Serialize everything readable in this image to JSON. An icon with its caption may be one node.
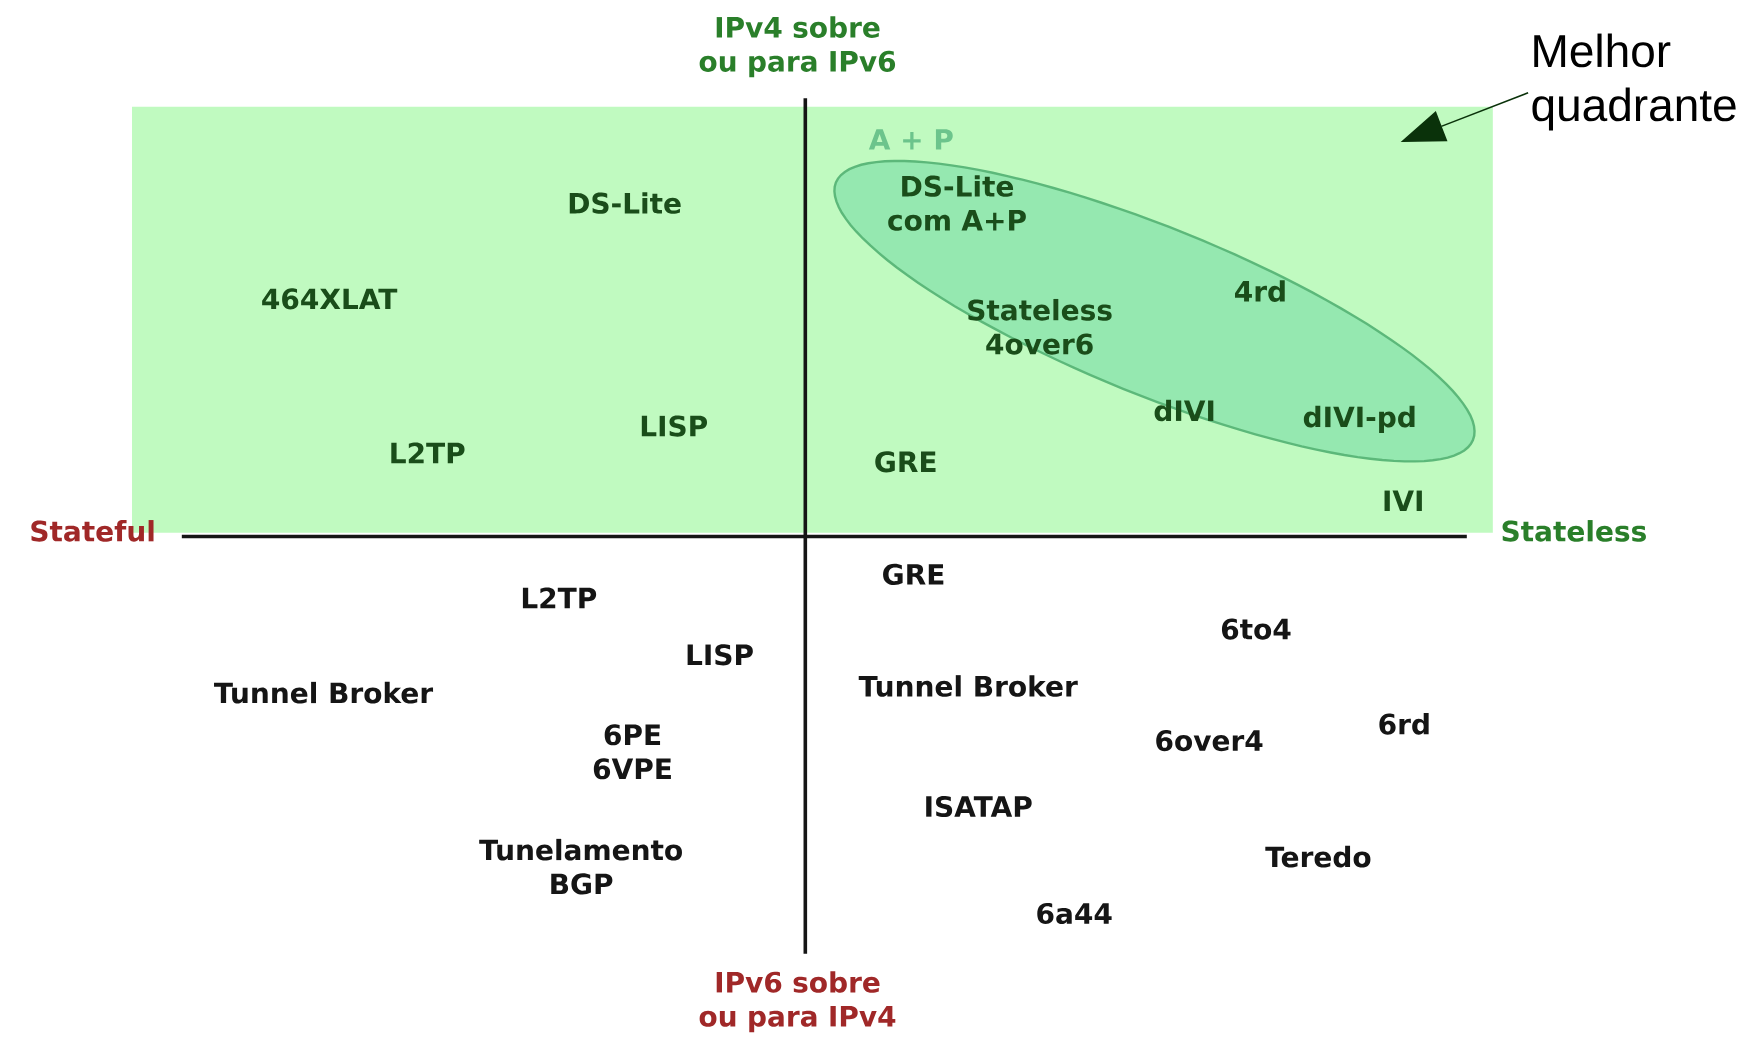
{
  "diagram": {
    "nodes": [
      {
        "text": [],
        "shape": "box"
      },
      {
        "text": [
          "DS-Lite com A+P",
          "Stateless 4over6",
          "4rd",
          "dIVI",
          "dIVI-pd"
        ],
        "in": 0
      },
      {
        "text": [
          "Melhor quadrante"
        ]
      }
    ],
    "edges": [
      {
        "from": 2,
        "to": 0,
        "arrow": "to"
      }
    ],
    "labels": [
      "IPv4 sobre ou para IPv6",
      "A + P",
      "DS-Lite",
      "464XLAT",
      "LISP",
      "L2TP",
      "GRE",
      "IVI",
      "Stateful",
      "Stateless",
      "GRE",
      "L2TP",
      "6to4",
      "LISP",
      "Tunnel Broker",
      "Tunnel Broker",
      "6rd",
      "6PE 6VPE",
      "6over4",
      "ISATAP",
      "Tunelamento BGP",
      "Teredo",
      "6a44",
      "IPv6 sobre ou para IPv4"
    ]
  }
}
